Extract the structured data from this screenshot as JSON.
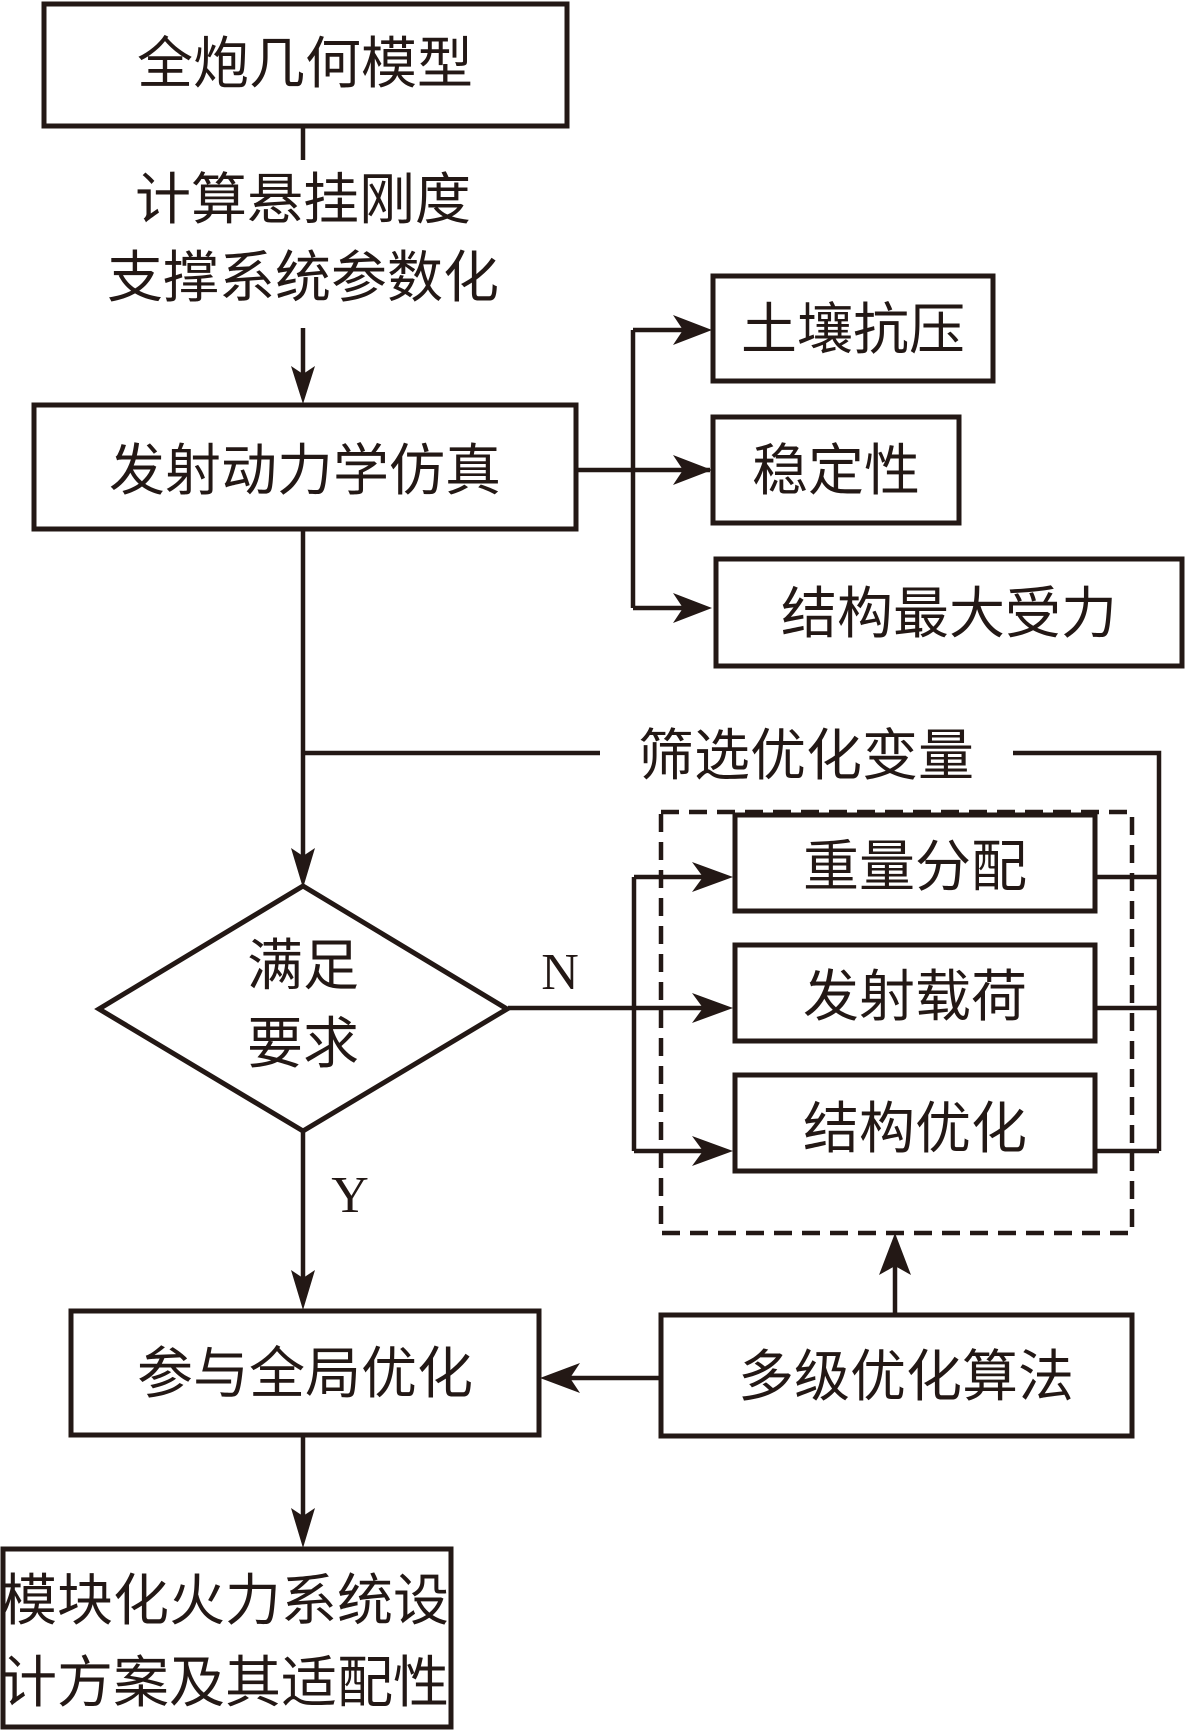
{
  "diagram": {
    "type": "flowchart",
    "colors": {
      "ink": "#231815",
      "background": "#ffffff"
    },
    "nodes": {
      "geometry_model": {
        "label": "全炮几何模型"
      },
      "param_note": {
        "lines": [
          "计算悬挂刚度",
          "支撑系统参数化"
        ]
      },
      "launch_sim": {
        "label": "发射动力学仿真"
      },
      "soil_pressure": {
        "label": "土壤抗压"
      },
      "stability": {
        "label": "稳定性"
      },
      "max_force": {
        "label": "结构最大受力"
      },
      "screen_vars": {
        "label": "筛选优化变量"
      },
      "decision": {
        "lines": [
          "满足",
          "要求"
        ]
      },
      "weight_dist": {
        "label": "重量分配"
      },
      "launch_load": {
        "label": "发射载荷"
      },
      "struct_opt": {
        "label": "结构优化"
      },
      "global_opt": {
        "label": "参与全局优化"
      },
      "multilevel_alg": {
        "label": "多级优化算法"
      },
      "final_design": {
        "lines": [
          "模块化火力系统设",
          "计方案及其适配性"
        ]
      }
    },
    "edge_labels": {
      "no": "N",
      "yes": "Y"
    },
    "edges": [
      {
        "from": "geometry_model",
        "to": "launch_sim",
        "via": "param_note"
      },
      {
        "from": "launch_sim",
        "to": "soil_pressure"
      },
      {
        "from": "launch_sim",
        "to": "stability"
      },
      {
        "from": "launch_sim",
        "to": "max_force"
      },
      {
        "from": "launch_sim",
        "to": "decision"
      },
      {
        "from": "decision",
        "to": "weight_dist",
        "label": "N"
      },
      {
        "from": "decision",
        "to": "launch_load",
        "label": "N"
      },
      {
        "from": "decision",
        "to": "struct_opt",
        "label": "N"
      },
      {
        "from": "weight_dist",
        "to": "decision",
        "via": "screen_vars"
      },
      {
        "from": "launch_load",
        "to": "decision",
        "via": "screen_vars"
      },
      {
        "from": "struct_opt",
        "to": "decision",
        "via": "screen_vars"
      },
      {
        "from": "decision",
        "to": "global_opt",
        "label": "Y"
      },
      {
        "from": "multilevel_alg",
        "to": "global_opt"
      },
      {
        "from": "multilevel_alg",
        "to": "optimization_group"
      },
      {
        "from": "global_opt",
        "to": "final_design"
      }
    ]
  }
}
